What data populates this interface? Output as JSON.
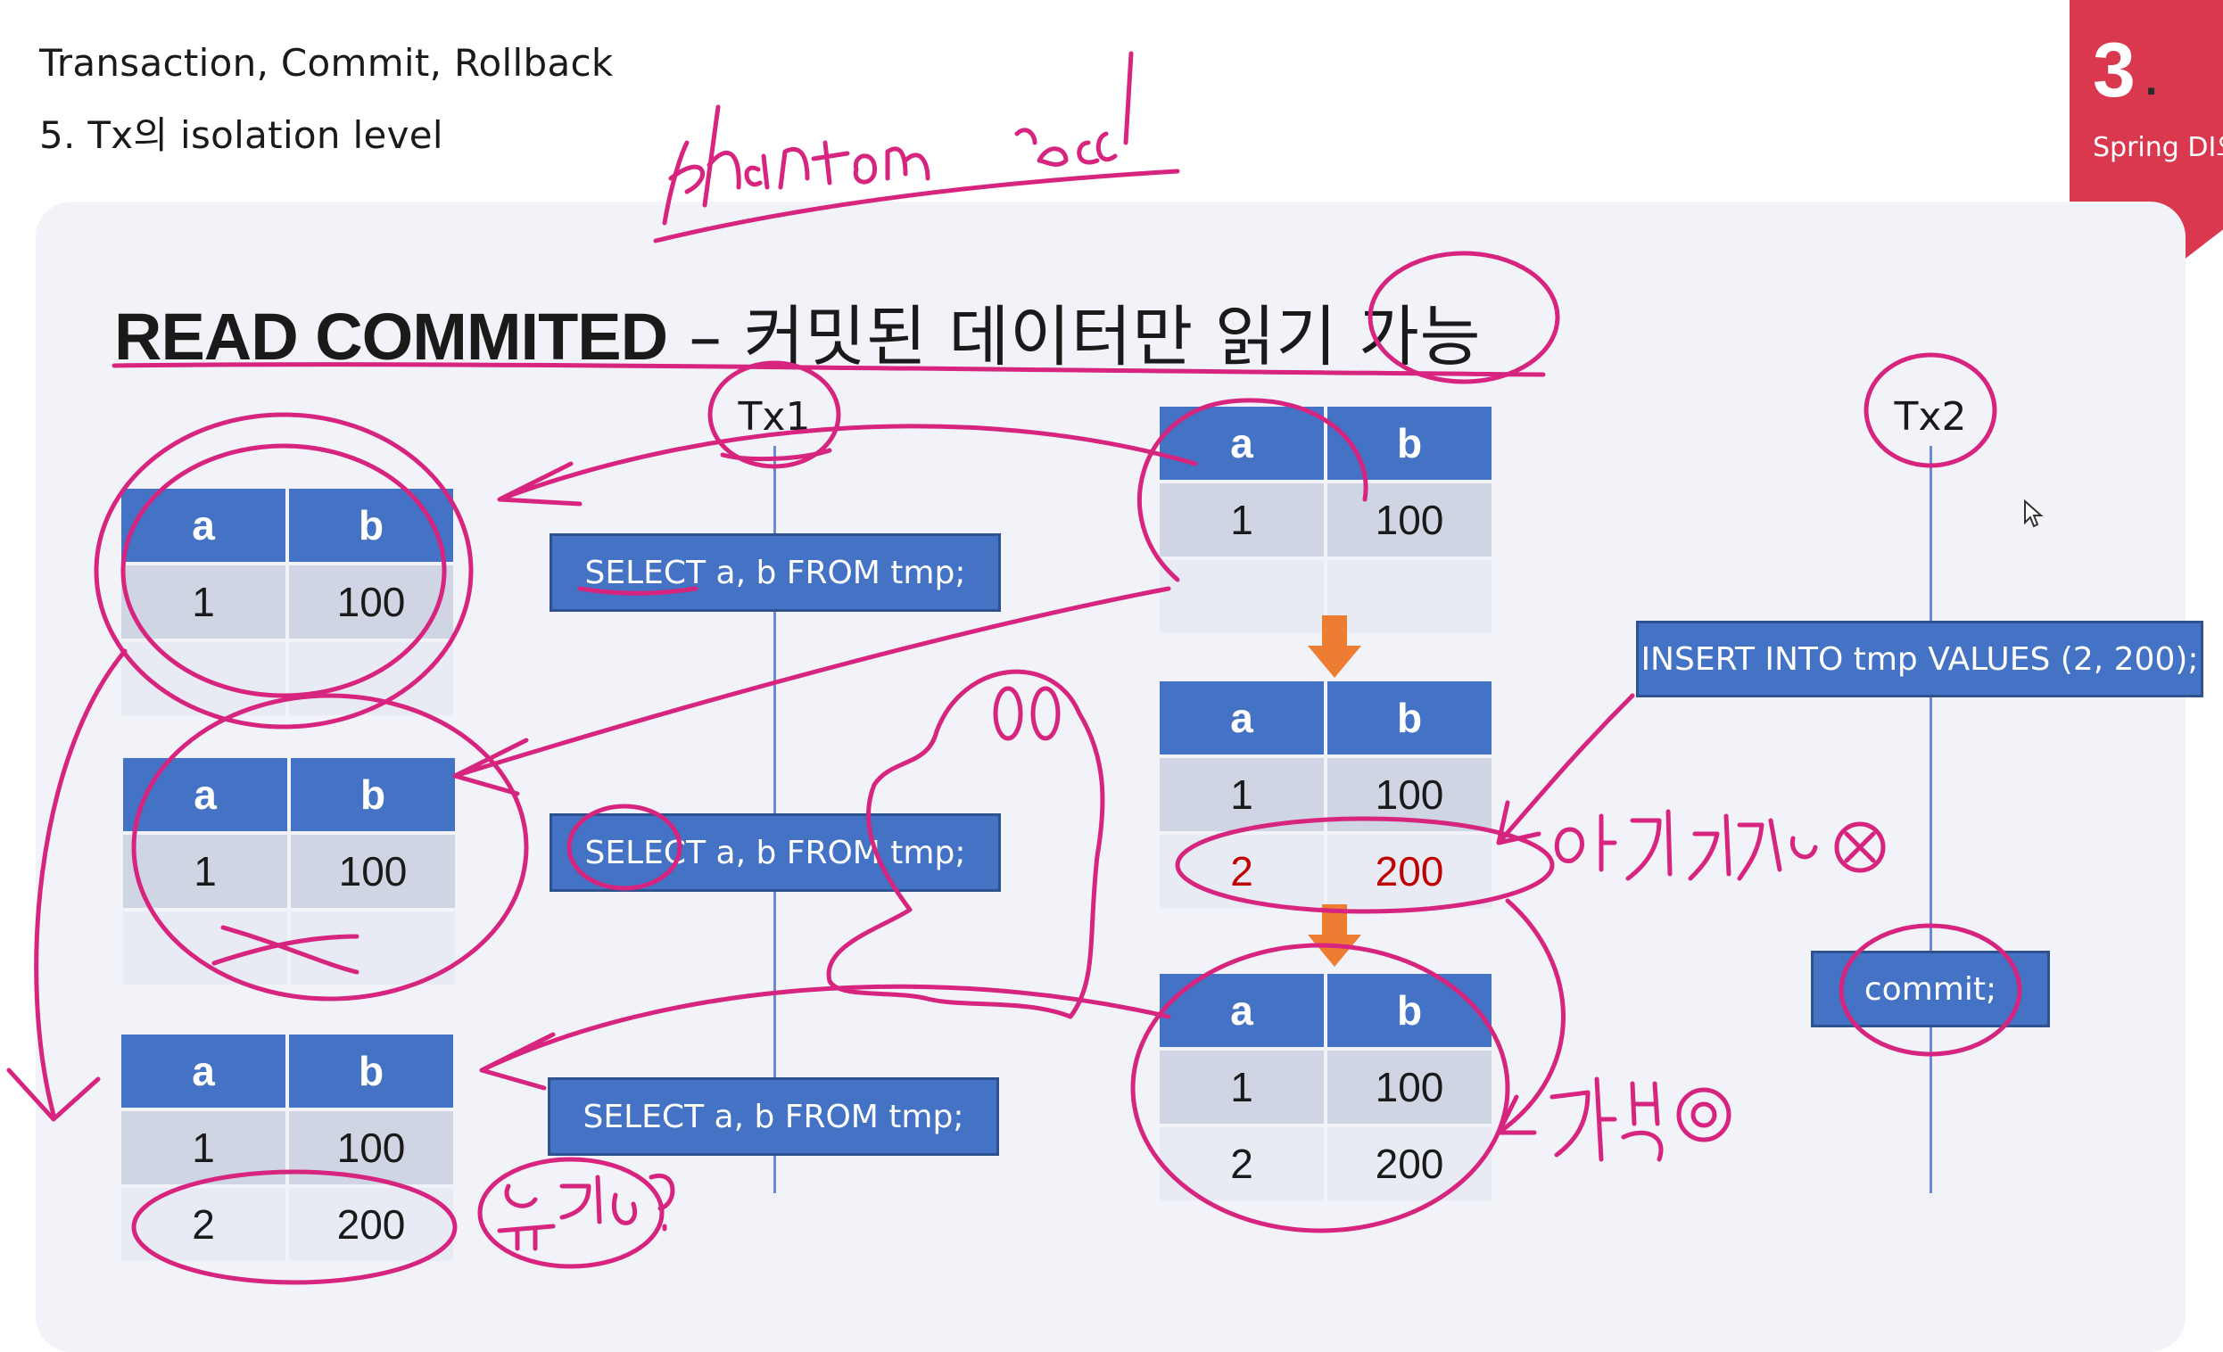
{
  "header": {
    "line1": "Transaction, Commit, Rollback",
    "line2": "5. Tx의 isolation level"
  },
  "badge": {
    "number": "3",
    "dot": ".",
    "subtitle": "Spring DI오"
  },
  "title": {
    "english": "READ COMMITED",
    "dash": " – ",
    "korean": "커밋된 데이터만 읽기 가능"
  },
  "tx1": {
    "label": "Tx1"
  },
  "tx2": {
    "label": "Tx2"
  },
  "sql": {
    "select1": "SELECT a, b FROM tmp;",
    "select2": "SELECT a, b FROM tmp;",
    "select3": "SELECT a, b FROM tmp;",
    "insert": "INSERT INTO tmp VALUES (2, 200);",
    "commit": "commit;"
  },
  "tables": {
    "left1": {
      "headers": [
        "a",
        "b"
      ],
      "rows": [
        [
          "1",
          "100"
        ],
        [
          "",
          ""
        ]
      ]
    },
    "left2": {
      "headers": [
        "a",
        "b"
      ],
      "rows": [
        [
          "1",
          "100"
        ],
        [
          "",
          ""
        ]
      ]
    },
    "left3": {
      "headers": [
        "a",
        "b"
      ],
      "rows": [
        [
          "1",
          "100"
        ],
        [
          "2",
          "200"
        ]
      ]
    },
    "mid1": {
      "headers": [
        "a",
        "b"
      ],
      "rows": [
        [
          "1",
          "100"
        ],
        [
          "",
          ""
        ]
      ]
    },
    "mid2": {
      "headers": [
        "a",
        "b"
      ],
      "rows": [
        [
          "1",
          "100"
        ],
        [
          "2",
          "200"
        ]
      ]
    },
    "mid3": {
      "headers": [
        "a",
        "b"
      ],
      "rows": [
        [
          "1",
          "100"
        ],
        [
          "2",
          "200"
        ]
      ]
    }
  },
  "colors": {
    "accent": "#4472c4",
    "ink": "#d6247f",
    "badge": "#d9384e",
    "uncommitted": "#c00000",
    "arrow": "#ed7d31"
  },
  "icons": [
    "arrow-down-icon",
    "cursor-icon"
  ]
}
